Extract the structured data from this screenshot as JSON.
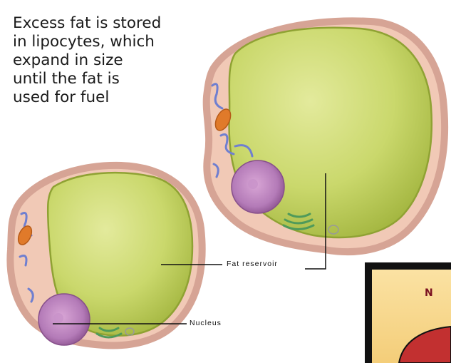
{
  "caption": {
    "lines": [
      "Excess fat is stored",
      "in lipocytes, which",
      "expand in size",
      "until the fat is",
      "used for fuel"
    ]
  },
  "labels": {
    "fat_reservoir": "Fat reservoir",
    "nucleus": "Nucleus"
  },
  "inset": {
    "partial_text": "N"
  },
  "colors": {
    "membrane": "#d8a89a",
    "cytoplasm": "#f1c9b6",
    "fat": "#c9d96a",
    "nucleus": "#b27bb7",
    "er": "#6f7fd0",
    "mitochondria": "#e07a2a",
    "golgi": "#4f9a5a"
  }
}
